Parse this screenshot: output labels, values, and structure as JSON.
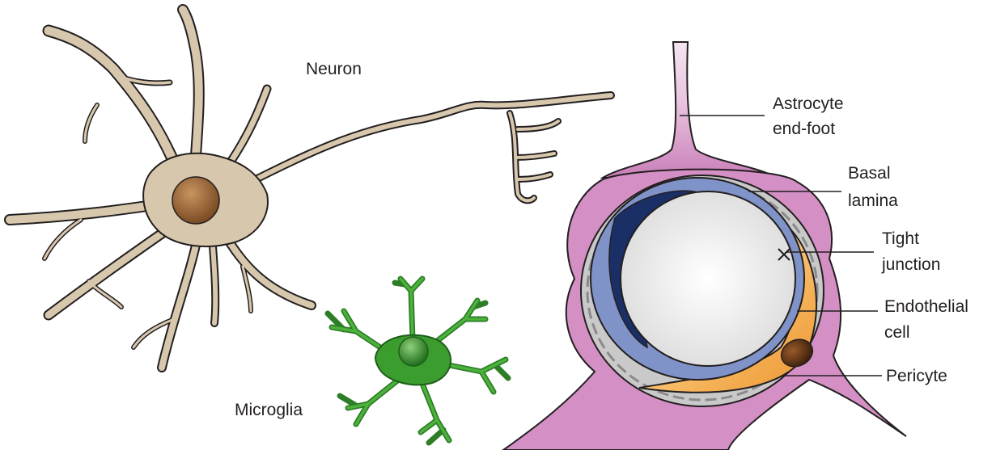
{
  "labels": {
    "neuron": "Neuron",
    "microglia": "Microglia",
    "astrocyte_line1": "Astrocyte",
    "astrocyte_line2": "end-foot",
    "basal_line1": "Basal",
    "basal_line2": "lamina",
    "tight_line1": "Tight",
    "tight_line2": "junction",
    "endothelial_line1": "Endothelial",
    "endothelial_line2": "cell",
    "pericyte": "Pericyte"
  },
  "colors": {
    "neuron_body": "#d7c8ad",
    "neuron_nucleus": "#8b5a2b",
    "microglia": "#3a9d2e",
    "microglia_nucleus": "#1f6d1c",
    "astrocyte": "#d48fc4",
    "basal_lamina": "#c9c9c9",
    "endothelial": "#7f93c8",
    "endothelial_dark": "#1a2f66",
    "lumen": "#f2f2f2",
    "pericyte": "#f0a64a",
    "pericyte_nucleus": "#5a3217",
    "outline": "#231f20"
  },
  "icons": {
    "neuron": "neuron-cell-icon",
    "microglia": "microglia-cell-icon",
    "vessel": "blood-vessel-cross-section-icon"
  }
}
